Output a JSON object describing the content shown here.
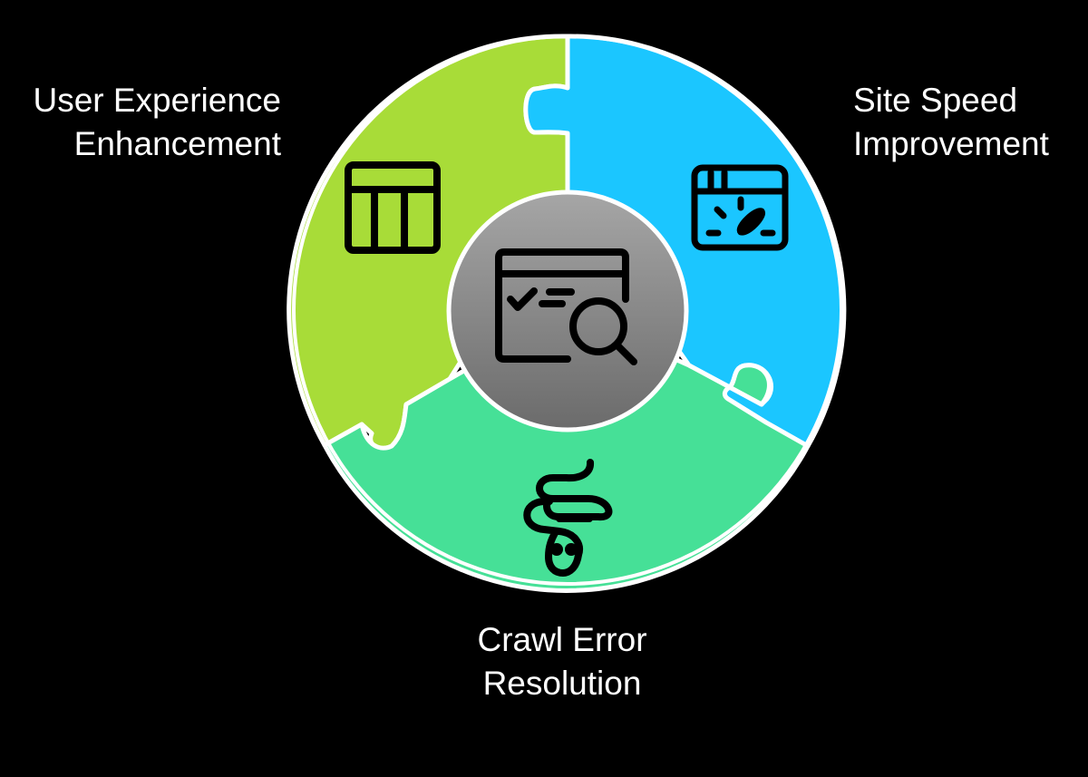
{
  "diagram": {
    "title": "SEO puzzle cycle",
    "center": {
      "icon": "checklist-search-icon",
      "fill_top": "#a6a6a6",
      "fill_bottom": "#6b6b6b"
    },
    "segments": [
      {
        "id": "ux",
        "label_lines": [
          "User Experience",
          "Enhancement"
        ],
        "color": "#a8dc38",
        "icon": "table-layout-icon"
      },
      {
        "id": "speed",
        "label_lines": [
          "Site Speed",
          "Improvement"
        ],
        "color": "#1bc6ff",
        "icon": "browser-speedometer-icon"
      },
      {
        "id": "crawl",
        "label_lines": [
          "Crawl Error",
          "Resolution"
        ],
        "color": "#46e097",
        "icon": "snake-bug-icon"
      }
    ],
    "outline_color": "#ffffff",
    "background": "#000000"
  }
}
